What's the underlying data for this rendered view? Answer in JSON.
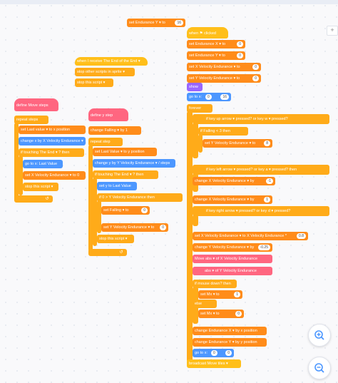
{
  "colors": {
    "events": "#ffbf1a",
    "control": "#ffab19",
    "variables": "#ff8c1a",
    "motion": "#4c97ff",
    "sensing": "#5cb1d6",
    "operators": "#59c059",
    "my_blocks": "#ff6680",
    "looks": "#9966ff"
  },
  "top_block": {
    "label": "set  Endurance Y ▾  to",
    "value": "16"
  },
  "broadcast_script": {
    "hat": "when I receive  The End of the End ▾",
    "stop": "stop  other scripts in sprite ▾",
    "stop_all": "stop  this script ▾"
  },
  "define_move": {
    "hat": "define  Move  steps",
    "repeat": "repeat  steps",
    "set_last": "set  Last value ▾  to  x position",
    "change_x": "change x by  X Velocity Endurance ▾",
    "if_touch": "if  touching  The End ▾ ?  then",
    "goto_last": "go to x:  Last Value",
    "set_vel": "set  X Velocity Endurance ▾  to  0",
    "stop": "stop  this script ▾"
  },
  "define_step": {
    "hat": "define  y  step",
    "change_falling": "change  Falling ▾  by  1",
    "repeat": "repeat  step",
    "set_last": "set  Last Value ▾  to  y position",
    "change_y": "change y by  Y Velocity Endurance ▾  /  steps",
    "if_touch": "if  touching  The End ▾ ?  then",
    "set_y": "set y to  Last Value",
    "if_gt": "if  0  >  Y Velocity Endurance  then",
    "set_falling": "set  Falling ▾  to",
    "falling_val": "0",
    "set_yvel": "set  Y Velocity Endurance ▾  to",
    "yvel_val": "0",
    "stop": "stop  this script ▾"
  },
  "main_script": {
    "hat": "when ⚑ clicked",
    "set_ex": "set  Endurance X ▾  to",
    "ex_val": "0",
    "set_ey": "set  Endurance Y ▾  to",
    "ey_val": "0",
    "set_xv": "set  X Velocity Endurance ▾  to",
    "xv_val": "0",
    "set_yv": "set  Y Velocity Endurance ▾  to",
    "yv_val": "0",
    "show": "show",
    "goto": "go to x:",
    "goto_x": "0",
    "goto_y": "16",
    "forever": "forever",
    "if1": "if  key  up arrow ▾  pressed?  or  key  w ▾  pressed?",
    "if1_inner": "if  Falling  <  3  then",
    "set_yv_jump": "set  Y Velocity Endurance ▾  to",
    "jump_val": "8",
    "if2": "if  key  left arrow ▾  pressed?  or  key  a ▾  pressed?  then",
    "change_xv_left": "change  X Velocity Endurance ▾  by",
    "left_val": "-1",
    "if3": "if  key  right arrow ▾  pressed?  or  key  d ▾  pressed?",
    "change_xv_right": "change  X Velocity Endurance ▾  by",
    "right_val": "1",
    "set_xv_damp": "set  X Velocity Endurance ▾  to  X Velocity Endurance  *",
    "damp_val": "0.8",
    "change_yv": "change  Y Velocity Endurance ▾  by",
    "gravity_val": "-0.25",
    "move_call": "Move  abs ▾  of  X Velocity Endurance",
    "step_call": "abs ▾  of  Y Velocity Endurance",
    "if_mouse": "if  mouse down?  then",
    "set_mx": "set  Mx ▾  to",
    "mx_val": "1",
    "else": "else",
    "set_mx2": "set  Mx ▾  to",
    "mx2_val": "0",
    "change_ex": "change  Endurance X ▾  by  x position",
    "change_ey": "change  Endurance Y ▾  by  y position",
    "goto2": "go to x:",
    "goto2_x": "0",
    "goto2_y": "0",
    "broadcast": "broadcast  Move tiles ▾"
  },
  "zoom": {
    "in_icon": "zoom-in-icon",
    "out_icon": "zoom-out-icon"
  }
}
